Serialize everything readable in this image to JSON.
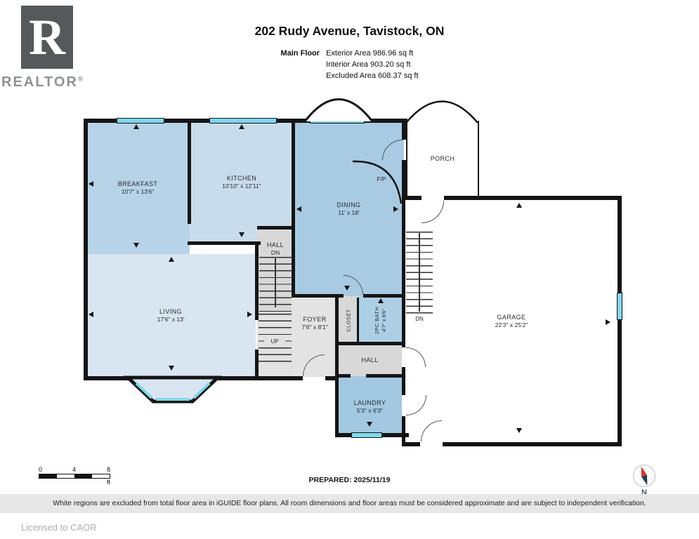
{
  "logo": {
    "letter": "R",
    "brand": "REALTOR",
    "registered": "®"
  },
  "header": {
    "title": "202 Rudy Avenue, Tavistock, ON",
    "floor_label": "Main Floor",
    "area_lines": [
      "Exterior Area 986.96 sq ft",
      "Interior Area 903.20 sq ft",
      "Excluded Area 608.37 sq ft"
    ]
  },
  "rooms": {
    "breakfast": {
      "name": "BREAKFAST",
      "dims": "10'7\" x 13'6\""
    },
    "kitchen": {
      "name": "KITCHEN",
      "dims": "10'10\" x 12'11\""
    },
    "dining": {
      "name": "DINING",
      "dims": "11' x 18'"
    },
    "porch": {
      "name": "PORCH"
    },
    "hall_upper": {
      "name": "HALL"
    },
    "living": {
      "name": "LIVING",
      "dims": "17'6\" x 13'"
    },
    "foyer": {
      "name": "FOYER",
      "dims": "7'6\" x 8'1\""
    },
    "closet": {
      "name": "CLOSET"
    },
    "bath": {
      "name": "2PC BATH",
      "dims": "4'7\" x 6'6\""
    },
    "hall_lower": {
      "name": "HALL"
    },
    "laundry": {
      "name": "LAUNDRY",
      "dims": "5'3\" x 6'3\""
    },
    "garage": {
      "name": "GARAGE",
      "dims": "22'3\" x 25'2\""
    }
  },
  "annotations": {
    "fireplace": "F/P",
    "down_hall": "DN",
    "up_foyer": "UP",
    "down_garage": "DN"
  },
  "scale_bar": {
    "ticks": [
      "0",
      "4",
      "8"
    ],
    "unit": "ft"
  },
  "footer": {
    "prepared": "PREPARED: 2025/11/19",
    "disclaimer": "White regions are excluded from total floor area in iGUIDE floor plans. All room dimensions and floor areas must be considered approximate and are subject to independent verification.",
    "license": "Licensed to CAOR",
    "compass": "N"
  },
  "colors": {
    "wall": "#141414",
    "window": "#7fd8ee",
    "breakfast": "#b7d3e8",
    "kitchen": "#c9dceb",
    "dining": "#a8cbe3",
    "living": "#d9e6f1",
    "bath": "#accfe5",
    "laundry": "#a3c8e2",
    "hall": "#d8d8d8",
    "footer_bar": "#e7e7e7",
    "compass_north": "#d8392e",
    "compass_south": "#273a57"
  }
}
